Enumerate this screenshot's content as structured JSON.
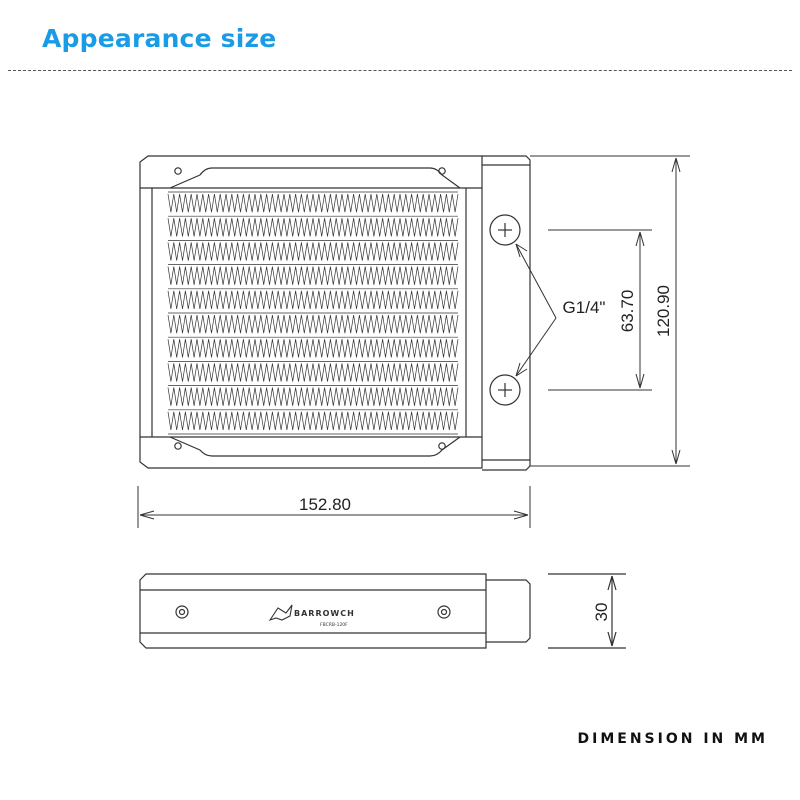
{
  "header": {
    "title": "Appearance size"
  },
  "dimensions": {
    "width": "152.80",
    "height": "120.90",
    "port_spacing": "63.70",
    "thickness": "30",
    "port_thread": "G1/4\""
  },
  "brand": {
    "logo_text": "BARROWCH",
    "model_text": "FBCRB-120F"
  },
  "footer": {
    "note": "DIMENSION IN MM"
  }
}
